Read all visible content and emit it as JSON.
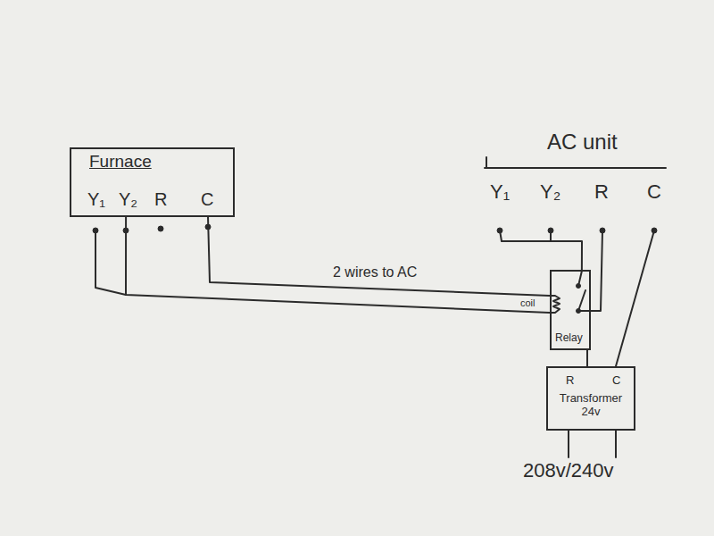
{
  "diagram": {
    "nodes": [
      {
        "text": [
          "Furnace"
        ]
      },
      {
        "text": [
          "AC unit"
        ]
      },
      {
        "text": [
          "Relay"
        ]
      },
      {
        "text": [
          "R",
          "C",
          "Transformer 24v"
        ]
      }
    ],
    "edges": [
      {
        "from": 0,
        "to": 2,
        "arrow": "none",
        "label": "2 wires to AC"
      },
      {
        "from": 0,
        "to": 2,
        "arrow": "none"
      },
      {
        "from": 2,
        "to": 1,
        "arrow": "none"
      },
      {
        "from": 1,
        "to": 2,
        "arrow": "none"
      },
      {
        "from": 2,
        "to": 3,
        "arrow": "none"
      },
      {
        "from": 1,
        "to": 3,
        "arrow": "none"
      }
    ],
    "labels": [
      "Y₁",
      "Y₂",
      "R",
      "C",
      "Y₁",
      "Y₂",
      "R",
      "C",
      "coil",
      "208v/240v"
    ]
  }
}
